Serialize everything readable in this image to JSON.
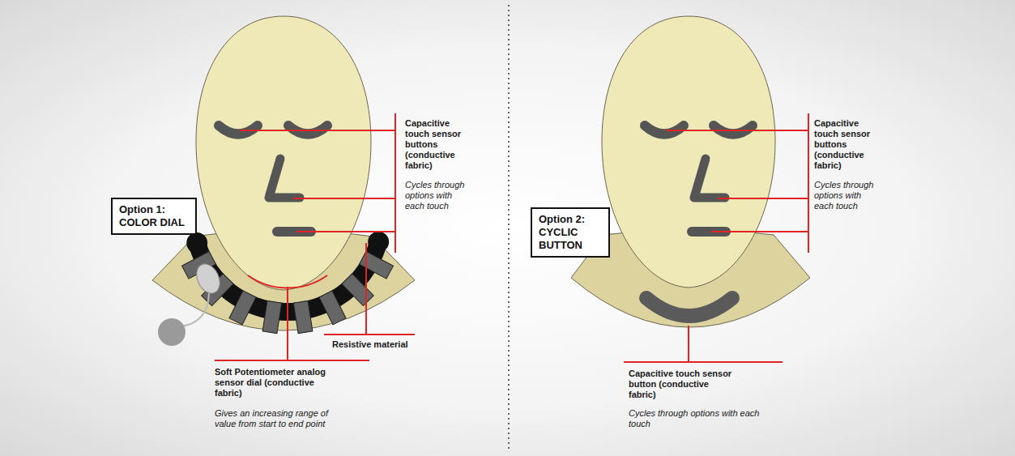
{
  "diagram": {
    "nodes": [
      {
        "text": [
          "Option 1: COLOR DIAL"
        ]
      },
      {
        "text": [
          "Option 2: CYCLIC BUTTON"
        ]
      }
    ],
    "labels": [
      "Capacitive touch sensor buttons (conductive fabric)",
      "Cycles through options with each touch",
      "Resistive material",
      "Soft Potentiometer analog sensor dial (conductive fabric)",
      "Gives an increasing range of value from start to end point",
      "Capacitive touch sensor buttons (conductive fabric)",
      "Cycles through options with each touch",
      "Capacitive touch sensor button (conductive fabric)",
      "Cycles through options with each touch"
    ]
  }
}
